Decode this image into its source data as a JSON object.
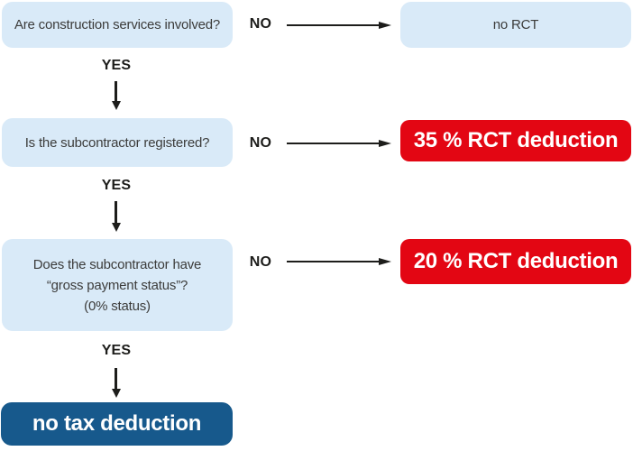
{
  "colors": {
    "light_blue": "#d9eaf8",
    "red": "#e30613",
    "dark_blue": "#17598c",
    "text_dark": "#3c3c3b",
    "label_dark": "#1d1d1b"
  },
  "labels": {
    "yes": "YES",
    "no": "NO"
  },
  "questions": {
    "construction": "Are construction services involved?",
    "registered": "Is the subcontractor registered?",
    "gross_line1": "Does the subcontractor have",
    "gross_line2": "“gross payment status”?",
    "gross_line3": "(0% status)"
  },
  "outcomes": {
    "no_rct": "no RCT",
    "deduction_35": "35 % RCT deduction",
    "deduction_20": "20 % RCT deduction",
    "no_tax": "no tax deduction"
  }
}
